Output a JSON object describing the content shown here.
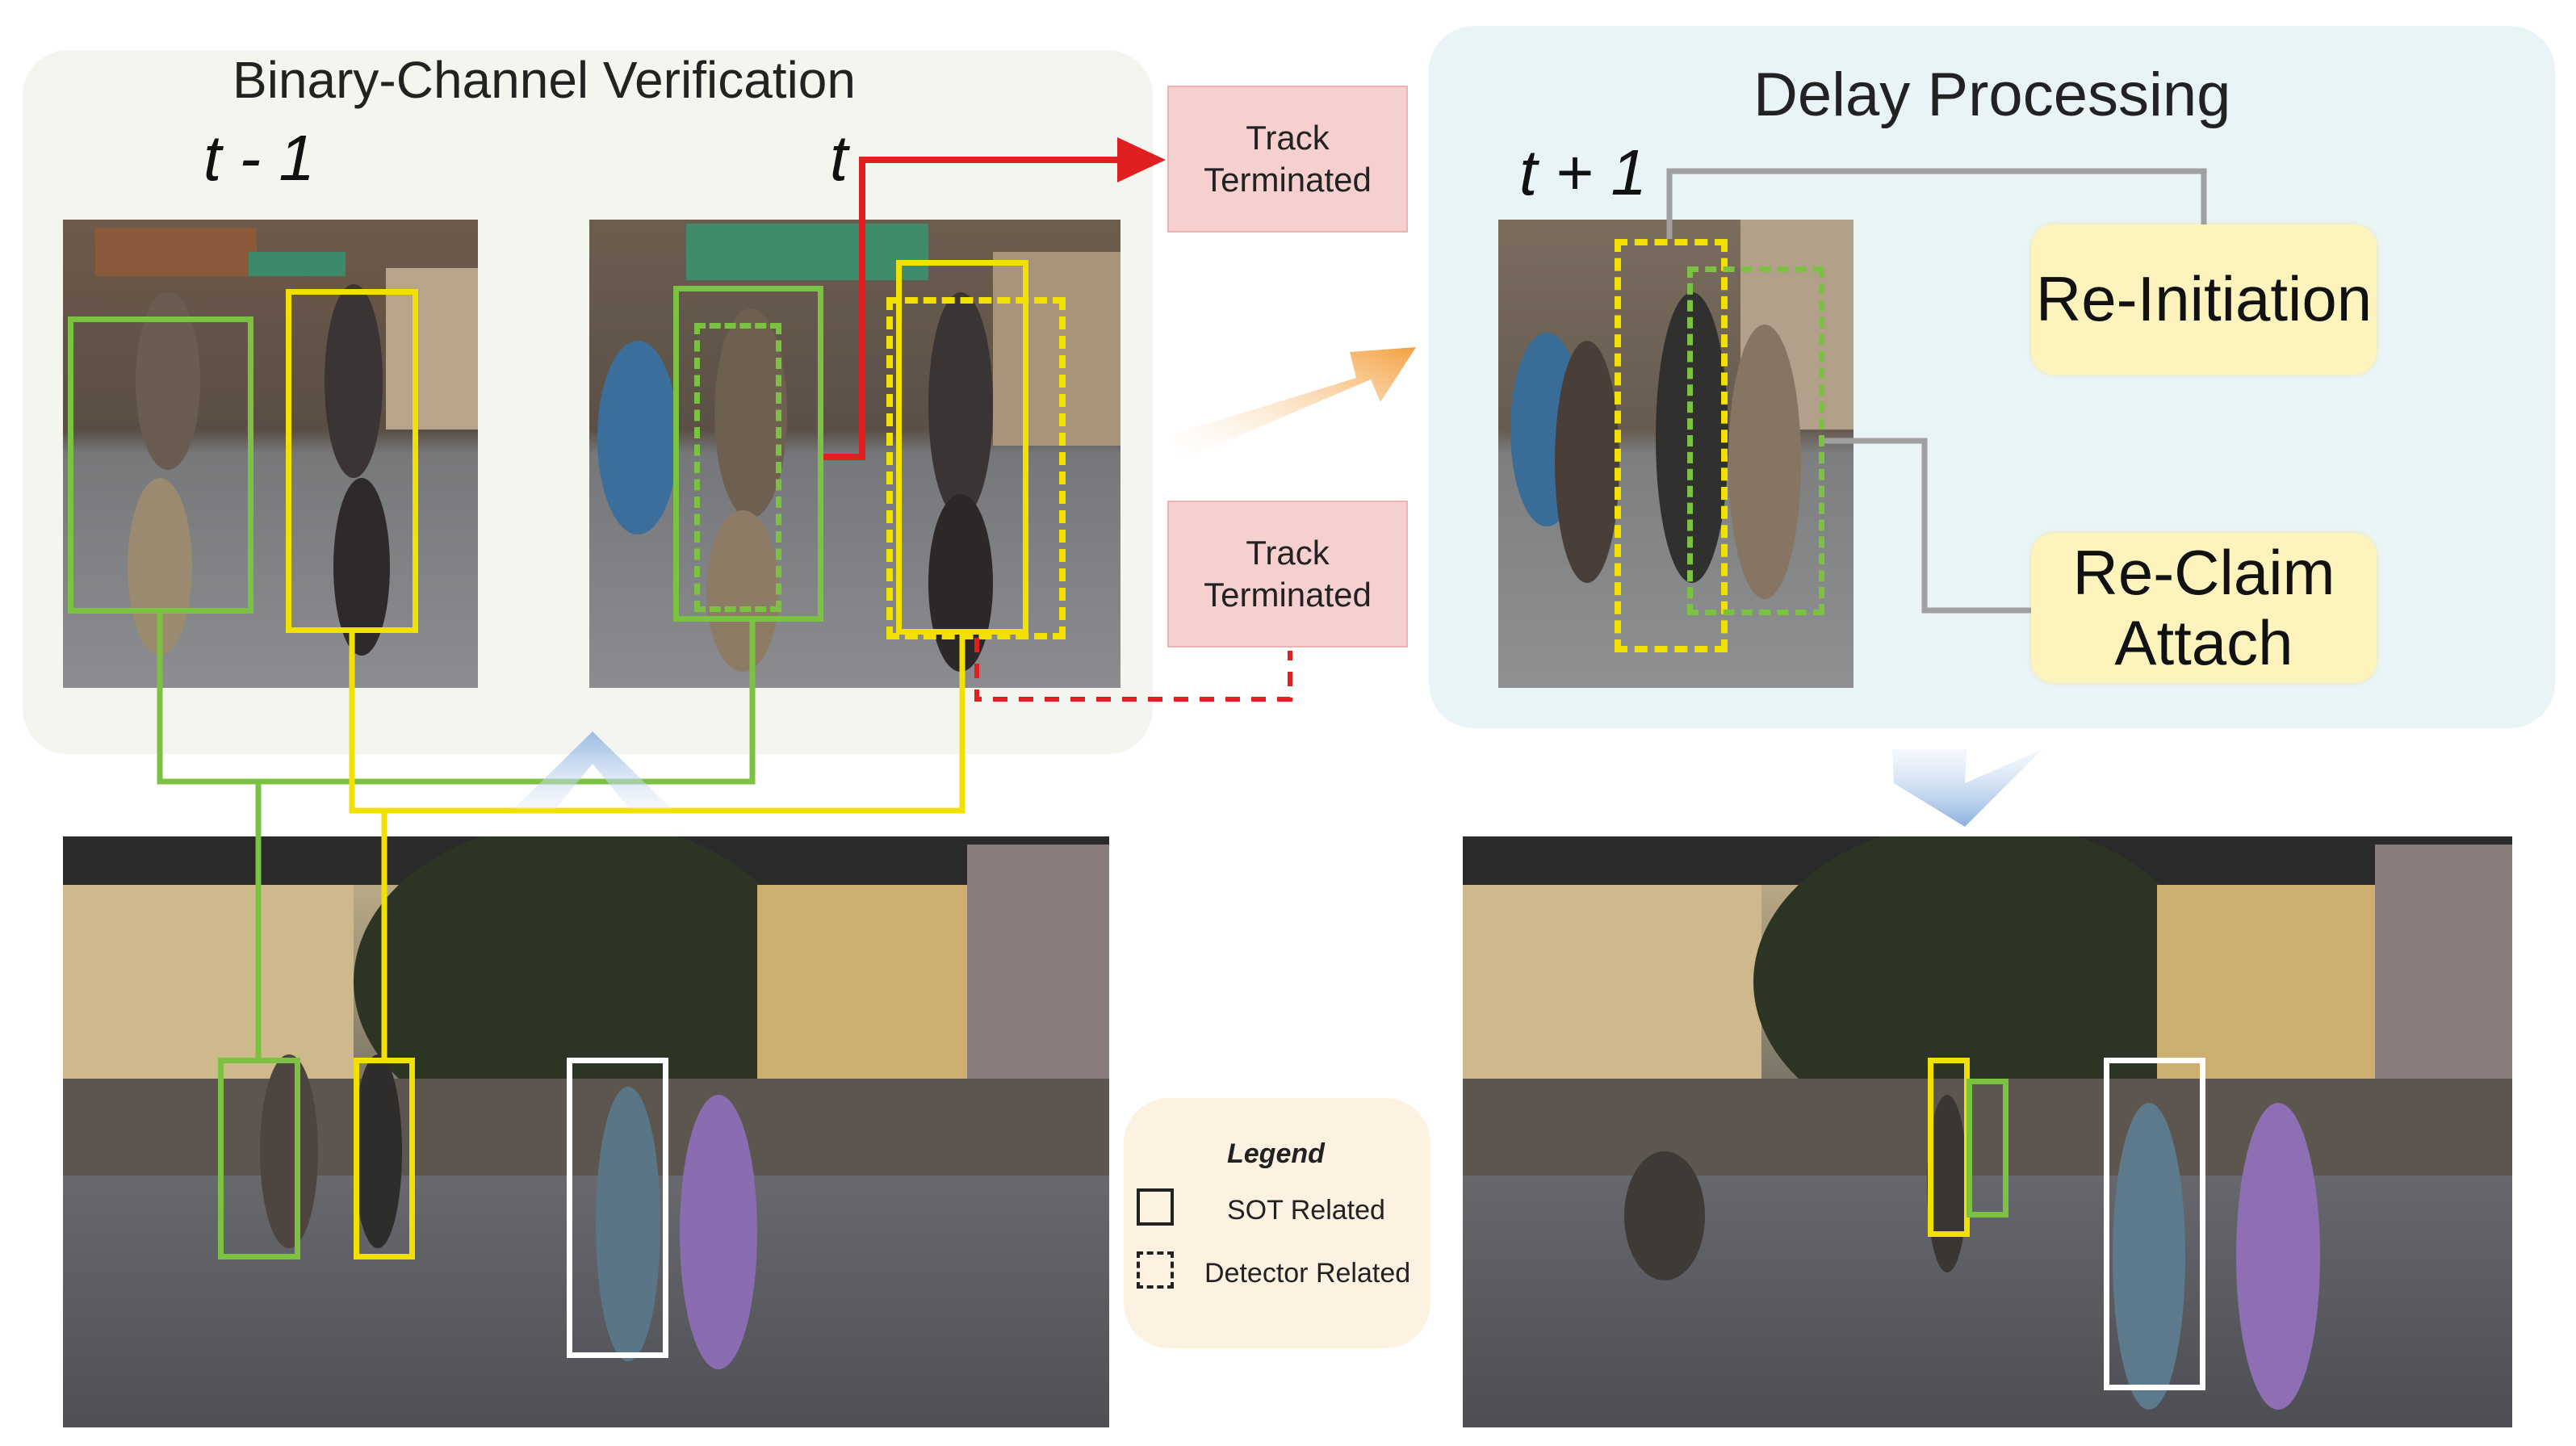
{
  "left_panel": {
    "title": "Binary-Channel Verification",
    "time_prev": "t - 1",
    "time_curr": "t"
  },
  "right_panel": {
    "title": "Delay Processing",
    "time_next": "t + 1",
    "reinitiation_label": "Re-Initiation",
    "reclaim_label_line1": "Re-Claim",
    "reclaim_label_line2": "Attach"
  },
  "terminated_top": {
    "line1": "Track",
    "line2": "Terminated"
  },
  "terminated_bottom": {
    "line1": "Track",
    "line2": "Terminated"
  },
  "legend": {
    "title": "Legend",
    "items": [
      "SOT Related",
      "Detector Related"
    ]
  },
  "colors": {
    "sot_green": "#7cc242",
    "sot_yellow": "#f2e100",
    "terminate_red": "#e02020",
    "connector_gray": "#a0a0a0",
    "bcv_panel_bg": "#f3f6ef",
    "dp_panel_bg": "#e9f4f7",
    "terminated_bg": "#f6cfcf",
    "card_bg": "#fdf4bd",
    "legend_bg": "#fdf1e1"
  }
}
